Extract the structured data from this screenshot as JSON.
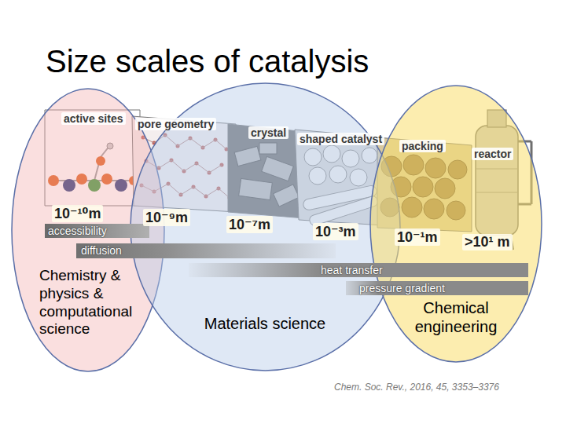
{
  "diagram": {
    "title": "Size scales of catalysis",
    "caption": "Chem. Soc. Rev., 2016, 45, 3353–3376",
    "nodes": [
      {
        "text": [
          "Chemistry & physics & computational science"
        ]
      },
      {
        "text": [
          "Materials science"
        ]
      },
      {
        "text": [
          "Chemical engineering"
        ]
      },
      {
        "text": [
          "accessibility"
        ]
      },
      {
        "text": [
          "diffusion"
        ]
      },
      {
        "text": [
          "heat transfer"
        ]
      },
      {
        "text": [
          "pressure gradient"
        ]
      }
    ],
    "labels": [
      "active sites",
      "pore geometry",
      "crystal",
      "shaped catalyst",
      "packing",
      "reactor",
      "10⁻¹⁰m",
      "10⁻⁹m",
      "10⁻⁷m",
      "10⁻³m",
      "10⁻¹m",
      ">10¹ m"
    ]
  }
}
